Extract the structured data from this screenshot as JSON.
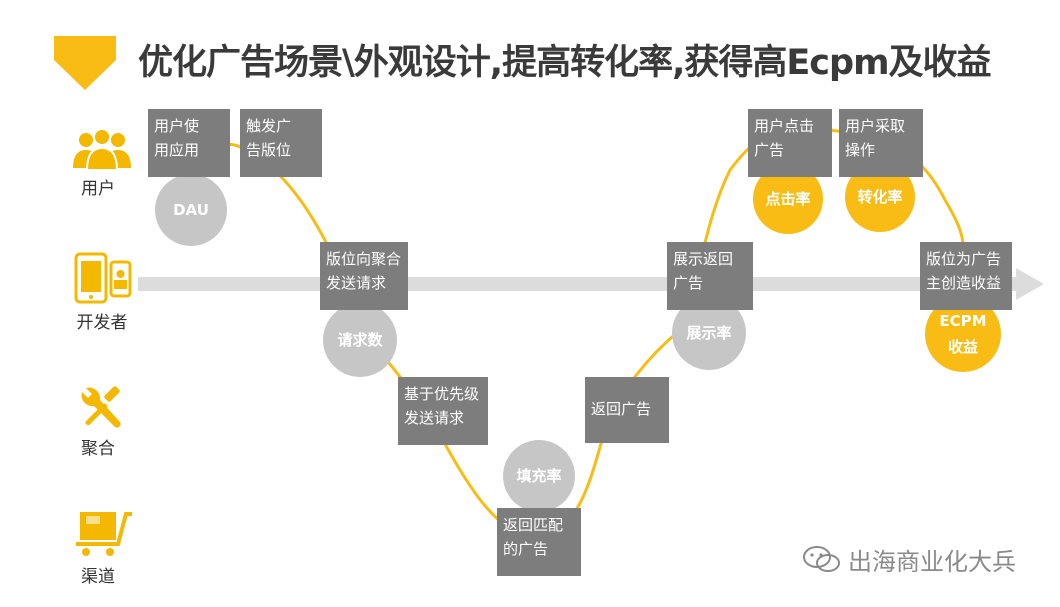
{
  "title": "优化广告场景\\外观设计,提高转化率,获得高Ecpm及收益",
  "lanes": [
    {
      "label": "用户",
      "icon": "users-icon"
    },
    {
      "label": "开发者",
      "icon": "phone-developer-icon"
    },
    {
      "label": "聚合",
      "icon": "wrench-screwdriver-icon"
    },
    {
      "label": "渠道",
      "icon": "cart-icon"
    }
  ],
  "boxes": [
    {
      "id": "use-app",
      "text": "用户使\n用应用"
    },
    {
      "id": "trigger-slot",
      "text": "触发广\n告版位"
    },
    {
      "id": "slot-request",
      "text": "版位向聚合\n发送请求"
    },
    {
      "id": "priority-request",
      "text": "基于优先级\n发送请求"
    },
    {
      "id": "return-matched",
      "text": "返回匹配\n的广告"
    },
    {
      "id": "return-ad",
      "text": "返回广告"
    },
    {
      "id": "display-return",
      "text": "展示返回\n广告"
    },
    {
      "id": "user-click",
      "text": "用户点击\n广告"
    },
    {
      "id": "user-action",
      "text": "用户采取\n操作"
    },
    {
      "id": "slot-revenue",
      "text": "版位为广告\n主创造收益"
    }
  ],
  "circles": [
    {
      "id": "dau",
      "text": "DAU",
      "style": "gray"
    },
    {
      "id": "request-count",
      "text": "请求数",
      "style": "gray"
    },
    {
      "id": "fill-rate",
      "text": "填充率",
      "style": "gray"
    },
    {
      "id": "display-rate",
      "text": "展示率",
      "style": "gray"
    },
    {
      "id": "click-rate",
      "text": "点击率",
      "style": "yellow"
    },
    {
      "id": "conversion-rate",
      "text": "转化率",
      "style": "yellow"
    },
    {
      "id": "ecpm-revenue",
      "text": "ECPM\n收益",
      "style": "yellow"
    }
  ],
  "colors": {
    "accent": "#f8bc14",
    "box": "#7d7d7d",
    "circle_gray": "#c6c6c6",
    "arrow": "#dcdcdc",
    "icon": "#f5b800"
  },
  "watermark": "出海商业化大兵"
}
